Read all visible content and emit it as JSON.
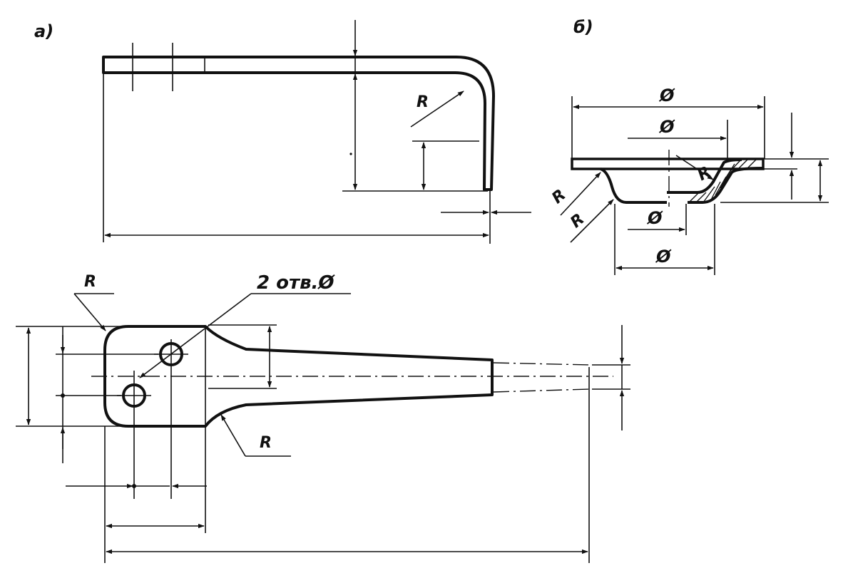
{
  "views": {
    "a": {
      "label": "а)"
    },
    "b": {
      "label": "б)"
    }
  },
  "symbols": {
    "radius": "R",
    "diameter": "Ø"
  },
  "holes_note": "2 отв.Ø"
}
